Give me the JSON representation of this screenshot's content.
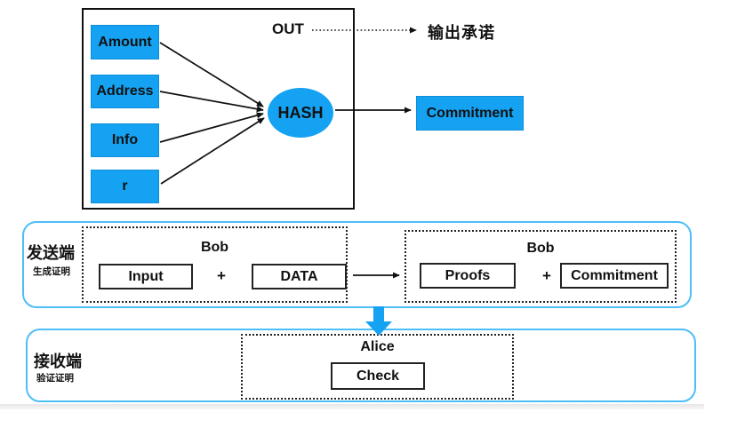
{
  "colors": {
    "node_blue": "#15a2f2",
    "section_border_blue": "#4dbef7",
    "line_black": "#111111"
  },
  "hash_diagram": {
    "inputs": [
      "Amount",
      "Address",
      "Info",
      "r"
    ],
    "hash_label": "HASH",
    "out_label": "OUT",
    "out_target_label": "输出承诺",
    "commitment_label": "Commitment"
  },
  "sender": {
    "title": "发送端",
    "subtitle": "生成证明",
    "left_group": {
      "actor": "Bob",
      "box1": "Input",
      "plus": "+",
      "box2": "DATA"
    },
    "right_group": {
      "actor": "Bob",
      "box1": "Proofs",
      "plus": "+",
      "box2": "Commitment"
    }
  },
  "receiver": {
    "title": "接收端",
    "subtitle": "验证证明",
    "group": {
      "actor": "Alice",
      "box1": "Check"
    }
  }
}
